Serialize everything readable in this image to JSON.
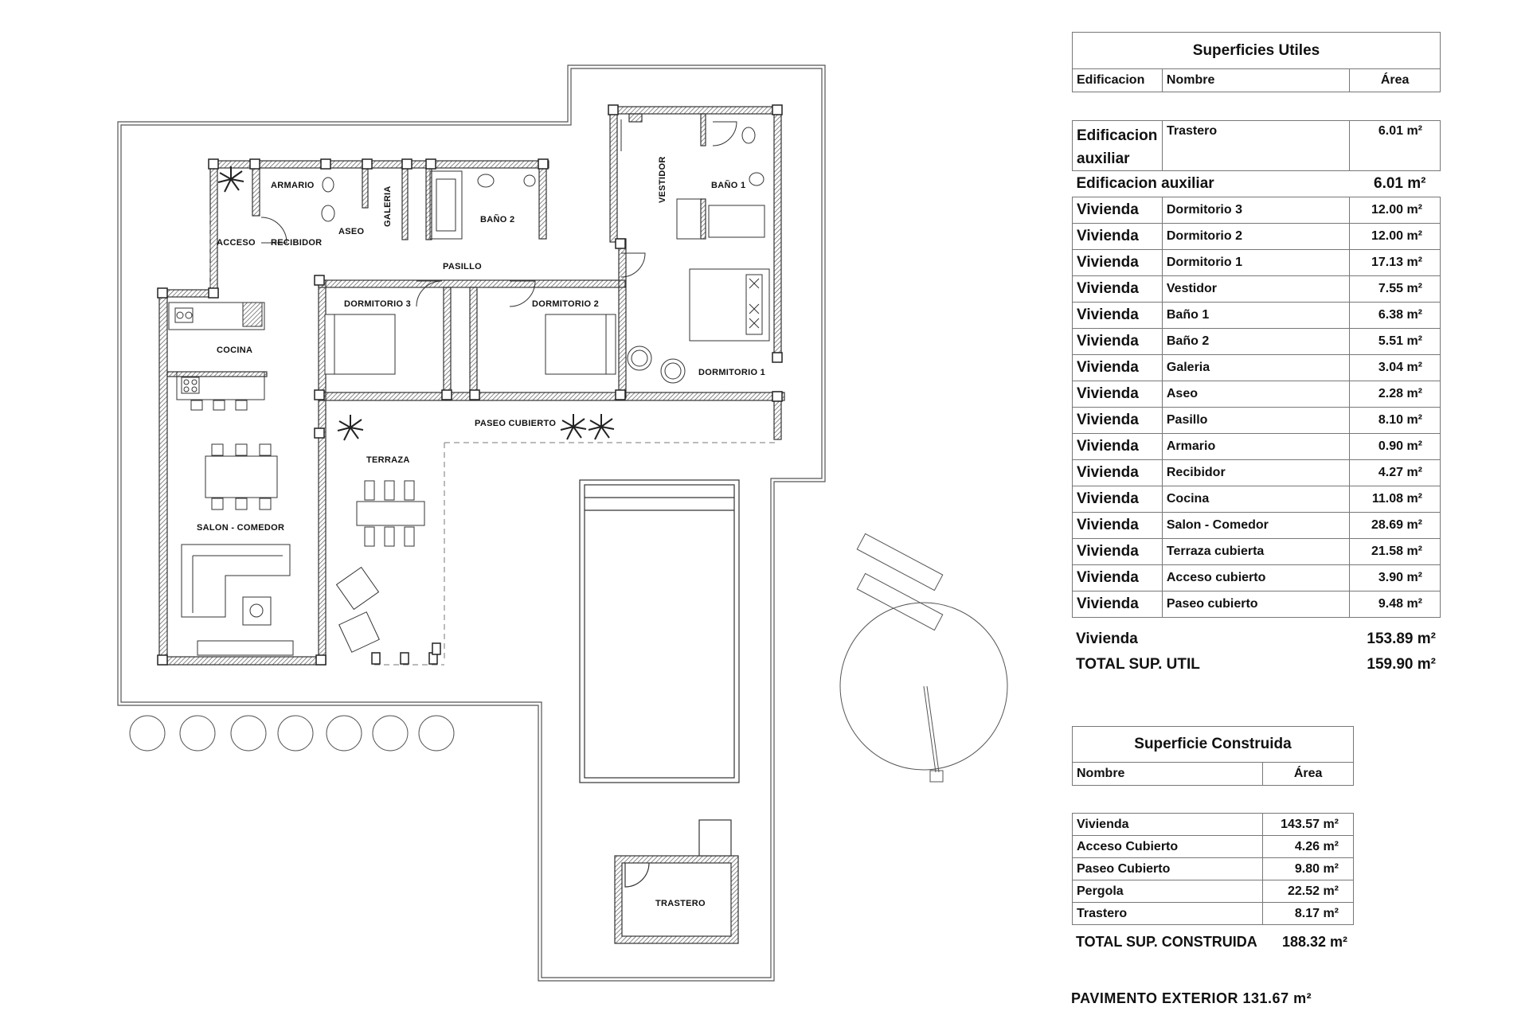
{
  "plan": {
    "rooms": {
      "armario": "ARMARIO",
      "acceso": "ACCESO",
      "recibidor": "RECIBIDOR",
      "aseo": "ASEO",
      "galeria": "GALERIA",
      "bano2": "BAÑO 2",
      "vestidor": "VESTIDOR",
      "bano1": "BAÑO 1",
      "pasillo": "PASILLO",
      "dormitorio3": "DORMITORIO 3",
      "dormitorio2": "DORMITORIO 2",
      "dormitorio1": "DORMITORIO 1",
      "cocina": "COCINA",
      "paseo_cubierto": "PASEO CUBIERTO",
      "terraza": "TERRAZA",
      "salon_comedor": "SALON - COMEDOR",
      "trastero": "TRASTERO"
    }
  },
  "utiles": {
    "title": "Superficies Utiles",
    "headers": [
      "Edificacion",
      "Nombre",
      "Área"
    ],
    "aux_rows": [
      {
        "edificacion": "Edificacion auxiliar",
        "nombre": "Trastero",
        "area": "6.01 m²"
      }
    ],
    "aux_subtotal": {
      "label": "Edificacion auxiliar",
      "area": "6.01 m²"
    },
    "rows": [
      {
        "edificacion": "Vivienda",
        "nombre": "Dormitorio 3",
        "area": "12.00 m²"
      },
      {
        "edificacion": "Vivienda",
        "nombre": "Dormitorio 2",
        "area": "12.00 m²"
      },
      {
        "edificacion": "Vivienda",
        "nombre": "Dormitorio 1",
        "area": "17.13 m²"
      },
      {
        "edificacion": "Vivienda",
        "nombre": "Vestidor",
        "area": "7.55 m²"
      },
      {
        "edificacion": "Vivienda",
        "nombre": "Baño 1",
        "area": "6.38 m²"
      },
      {
        "edificacion": "Vivienda",
        "nombre": "Baño 2",
        "area": "5.51 m²"
      },
      {
        "edificacion": "Vivienda",
        "nombre": "Galeria",
        "area": "3.04 m²"
      },
      {
        "edificacion": "Vivienda",
        "nombre": "Aseo",
        "area": "2.28 m²"
      },
      {
        "edificacion": "Vivienda",
        "nombre": "Pasillo",
        "area": "8.10 m²"
      },
      {
        "edificacion": "Vivienda",
        "nombre": "Armario",
        "area": "0.90 m²"
      },
      {
        "edificacion": "Vivienda",
        "nombre": "Recibidor",
        "area": "4.27 m²"
      },
      {
        "edificacion": "Vivienda",
        "nombre": "Cocina",
        "area": "11.08 m²"
      },
      {
        "edificacion": "Vivienda",
        "nombre": "Salon - Comedor",
        "area": "28.69 m²"
      },
      {
        "edificacion": "Vivienda",
        "nombre": "Terraza cubierta",
        "area": "21.58 m²"
      },
      {
        "edificacion": "Vivienda",
        "nombre": "Acceso cubierto",
        "area": "3.90 m²"
      },
      {
        "edificacion": "Vivienda",
        "nombre": "Paseo cubierto",
        "area": "9.48 m²"
      }
    ],
    "vivienda_subtotal": {
      "label": "Vivienda",
      "area": "153.89 m²"
    },
    "total": {
      "label": "TOTAL SUP. UTIL",
      "area": "159.90 m²"
    }
  },
  "construida": {
    "title": "Superficie Construida",
    "headers": [
      "Nombre",
      "Área"
    ],
    "rows": [
      {
        "nombre": "Vivienda",
        "area": "143.57 m²"
      },
      {
        "nombre": "Acceso Cubierto",
        "area": "4.26 m²"
      },
      {
        "nombre": "Paseo Cubierto",
        "area": "9.80 m²"
      },
      {
        "nombre": "Pergola",
        "area": "22.52 m²"
      },
      {
        "nombre": "Trastero",
        "area": "8.17 m²"
      }
    ],
    "total": {
      "label": "TOTAL SUP. CONSTRUIDA",
      "area": "188.32 m²"
    }
  },
  "pavimento": "PAVIMENTO EXTERIOR 131.67 m²"
}
